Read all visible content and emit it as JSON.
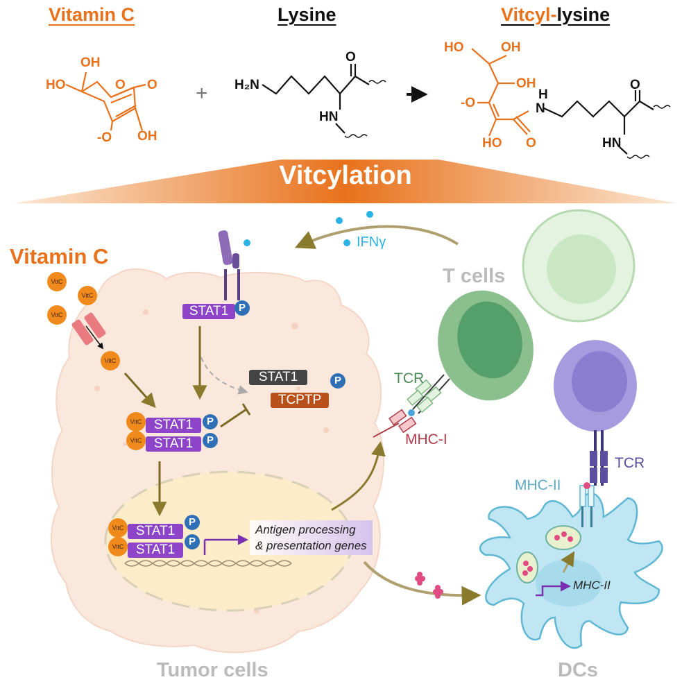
{
  "chemistry": {
    "vitamin_c_title": "Vitamin C",
    "lysine_title": "Lysine",
    "product_title_part1": "Vitcyl-",
    "product_title_part2": "lysine",
    "plus": "+",
    "atoms": {
      "oh": "OH",
      "ho": "HO",
      "o": "O",
      "o_minus": "-O",
      "h2n": "H₂N",
      "hn": "HN",
      "h": "H",
      "n": "N"
    }
  },
  "banner": {
    "label": "Vitcylation",
    "color": "#e8721c"
  },
  "tumor": {
    "vitamin_c_label": "Vitamin C",
    "vitc_token": "VitC",
    "stat1": "STAT1",
    "p": "P",
    "tcptp": "TCPTP",
    "antigen_line1": "Antigen processing",
    "antigen_line2": "& presentation genes",
    "cell_label": "Tumor cells"
  },
  "immune": {
    "ifn": "IFNγ",
    "t_cells": "T cells",
    "tcr": "TCR",
    "mhc1": "MHC-I",
    "mhc2": "MHC-II",
    "dcs": "DCs"
  },
  "colors": {
    "orange": "#e8721c",
    "stat1_purple": "#8e44c9",
    "p_blue": "#2f6fb5",
    "tcptp_brown": "#b8521a",
    "t_cell_green": "#7fb685",
    "tcr_purple": "#5b4fa0",
    "mhc_red": "#b03a48",
    "dc_blue": "#bfe6f2"
  }
}
